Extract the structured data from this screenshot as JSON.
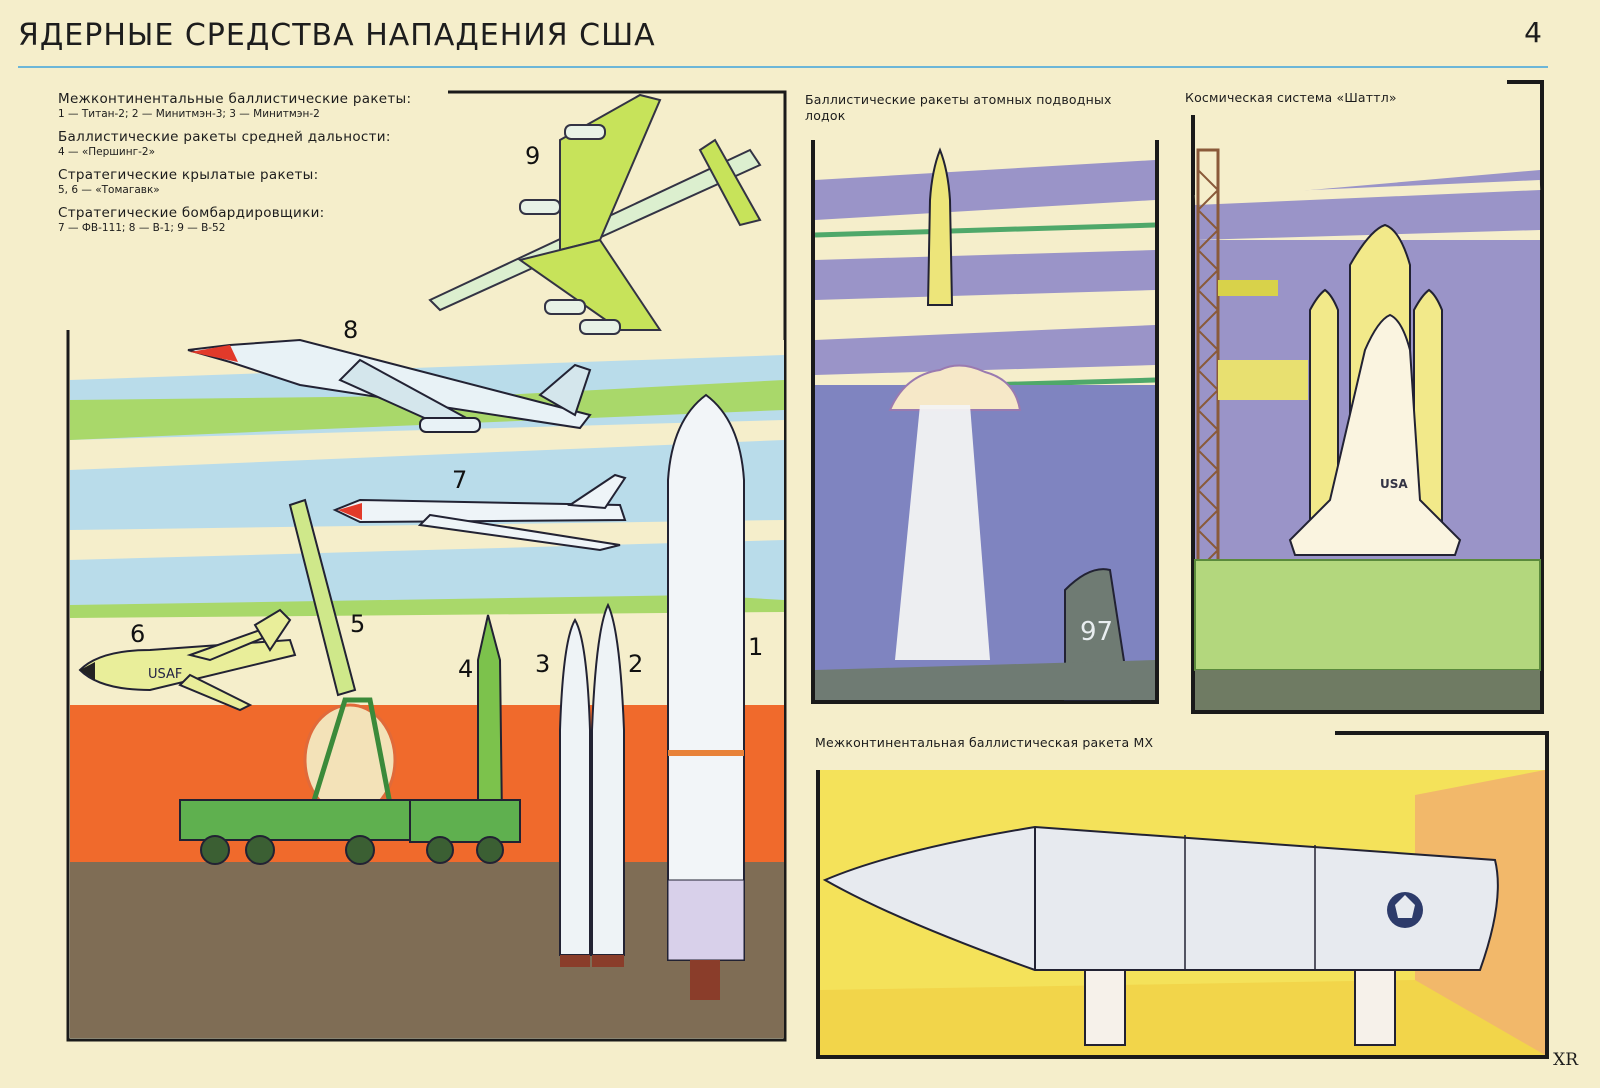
{
  "header": {
    "title": "ЯДЕРНЫЕ СРЕДСТВА НАПАДЕНИЯ США",
    "page_number": "4"
  },
  "legend": [
    {
      "heading": "Межконтинентальные баллистические ракеты:",
      "items": "1 — Титан-2;    2 — Минитмэн-3;    3 — Минитмэн-2"
    },
    {
      "heading": "Баллистические ракеты средней дальности:",
      "items": "4 — «Першинг-2»"
    },
    {
      "heading": "Стратегические крылатые ракеты:",
      "items": "5, 6 — «Томагавк»"
    },
    {
      "heading": "Стратегические бомбардировщики:",
      "items": "7 — ФВ-111;  8 — В-1;  9 — В-52"
    }
  ],
  "captions": {
    "submarine": "Баллистические ракеты атомных подводных лодок",
    "shuttle": "Космическая система «Шаттл»",
    "mx": "Межконтинентальная баллистическая ракета MX"
  },
  "labels": {
    "n1": "1",
    "n2": "2",
    "n3": "3",
    "n4": "4",
    "n5": "5",
    "n6": "6",
    "n7": "7",
    "n8": "8",
    "n9": "9"
  },
  "markings": {
    "usaf": "USAF",
    "usa": "USA",
    "sub_number": "97"
  },
  "corner_mark": "XR",
  "colors": {
    "paper": "#f5eecb",
    "sky_blue": "#b9dcea",
    "green": "#a9d86a",
    "orange": "#f06a2c",
    "ground": "#7f6d55",
    "purple_sky": "#9a94c8",
    "yellow": "#f4e25a"
  }
}
